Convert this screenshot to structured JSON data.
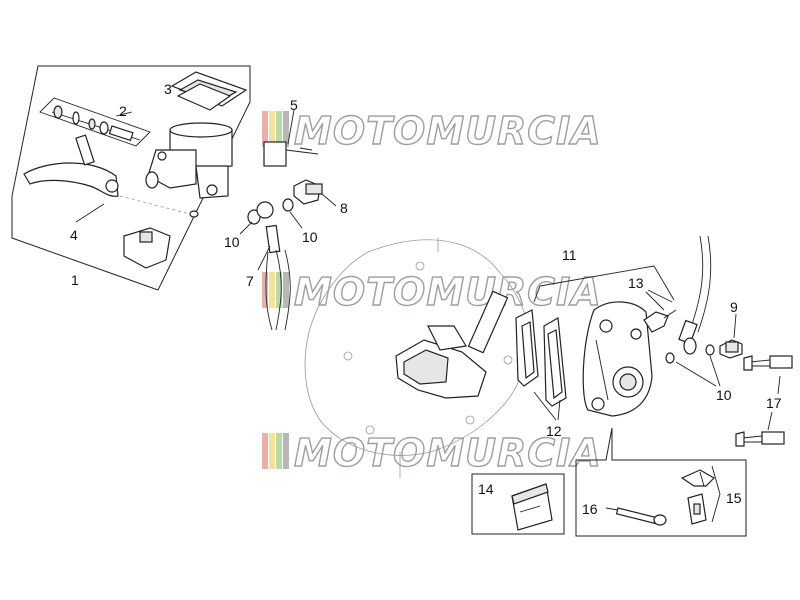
{
  "watermark": {
    "text": "MOTOMURCIA",
    "stripe_colors": [
      "#e8b0a8",
      "#f3e39a",
      "#b9d9a6",
      "#b7b7b7"
    ]
  },
  "callouts": {
    "c1": "1",
    "c2": "2",
    "c3": "3",
    "c4": "4",
    "c5": "5",
    "c7": "7",
    "c8": "8",
    "c9": "9",
    "c10a": "10",
    "c10b": "10",
    "c10c": "10",
    "c11": "11",
    "c12": "12",
    "c13": "13",
    "c14": "14",
    "c15": "15",
    "c16": "16",
    "c17": "17"
  }
}
